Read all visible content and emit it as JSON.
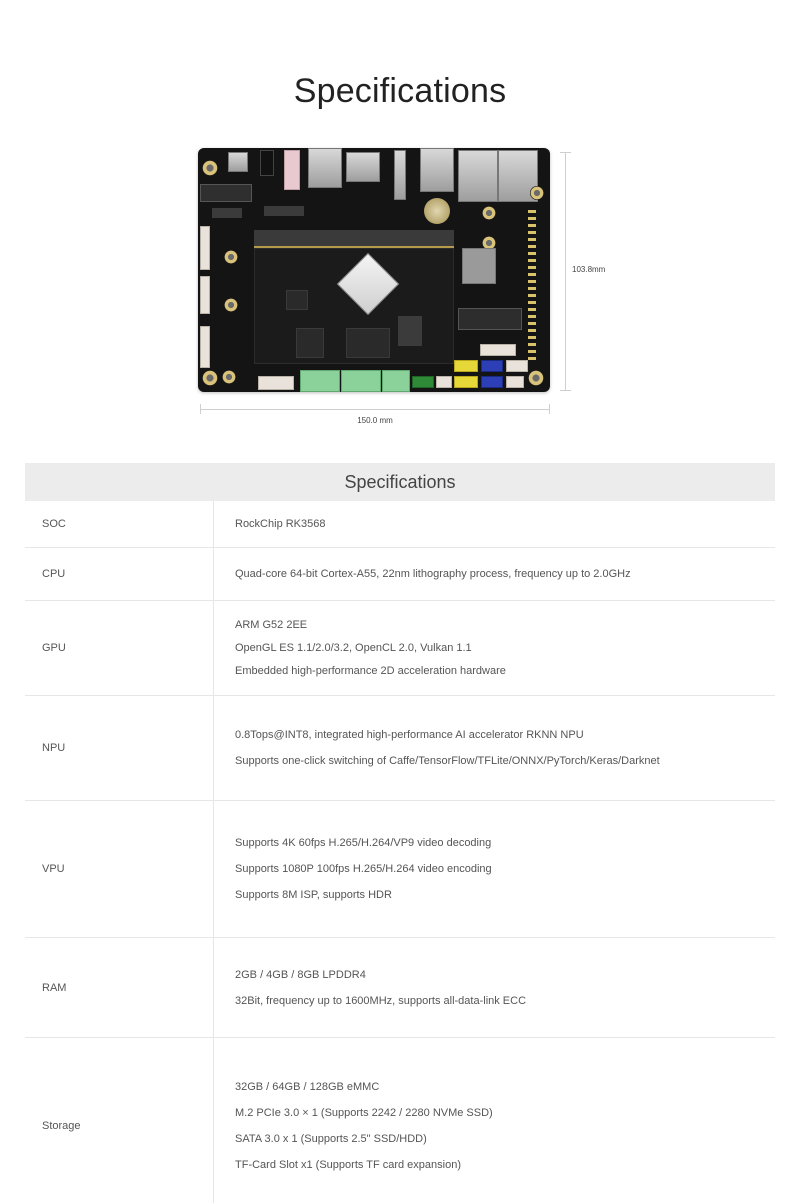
{
  "page": {
    "title": "Specifications"
  },
  "figure": {
    "image_alt": "RK3568 development board top view",
    "height_label": "103.8mm",
    "width_label": "150.0 mm"
  },
  "spec_table": {
    "header": "Specifications",
    "rows": [
      {
        "label": "SOC",
        "values": [
          "RockChip RK3568"
        ]
      },
      {
        "label": "CPU",
        "values": [
          "Quad-core 64-bit Cortex-A55, 22nm lithography process, frequency up to 2.0GHz"
        ]
      },
      {
        "label": "GPU",
        "values": [
          "ARM G52 2EE",
          "OpenGL ES 1.1/2.0/3.2, OpenCL 2.0, Vulkan 1.1",
          "Embedded high-performance 2D acceleration hardware"
        ]
      },
      {
        "label": "NPU",
        "values": [
          "0.8Tops@INT8, integrated high-performance AI accelerator RKNN NPU",
          "Supports one-click switching of Caffe/TensorFlow/TFLite/ONNX/PyTorch/Keras/Darknet"
        ]
      },
      {
        "label": "VPU",
        "values": [
          "Supports 4K 60fps H.265/H.264/VP9 video decoding",
          "Supports 1080P 100fps H.265/H.264 video encoding",
          "Supports 8M ISP, supports HDR"
        ]
      },
      {
        "label": "RAM",
        "values": [
          "2GB / 4GB / 8GB  LPDDR4",
          "32Bit, frequency up to 1600MHz, supports all-data-link ECC"
        ]
      },
      {
        "label": "Storage",
        "values": [
          "32GB / 64GB / 128GB eMMC",
          "M.2 PCIe 3.0 × 1 (Supports 2242 / 2280 NVMe SSD)",
          "SATA 3.0 x 1 (Supports 2.5\"   SSD/HDD)",
          "TF-Card Slot x1 (Supports TF card expansion)"
        ]
      }
    ]
  },
  "colors": {
    "title": "#222222",
    "text": "#555555",
    "header_bg": "#ececec",
    "divider": "#e6e6e6",
    "board": "#141414"
  }
}
